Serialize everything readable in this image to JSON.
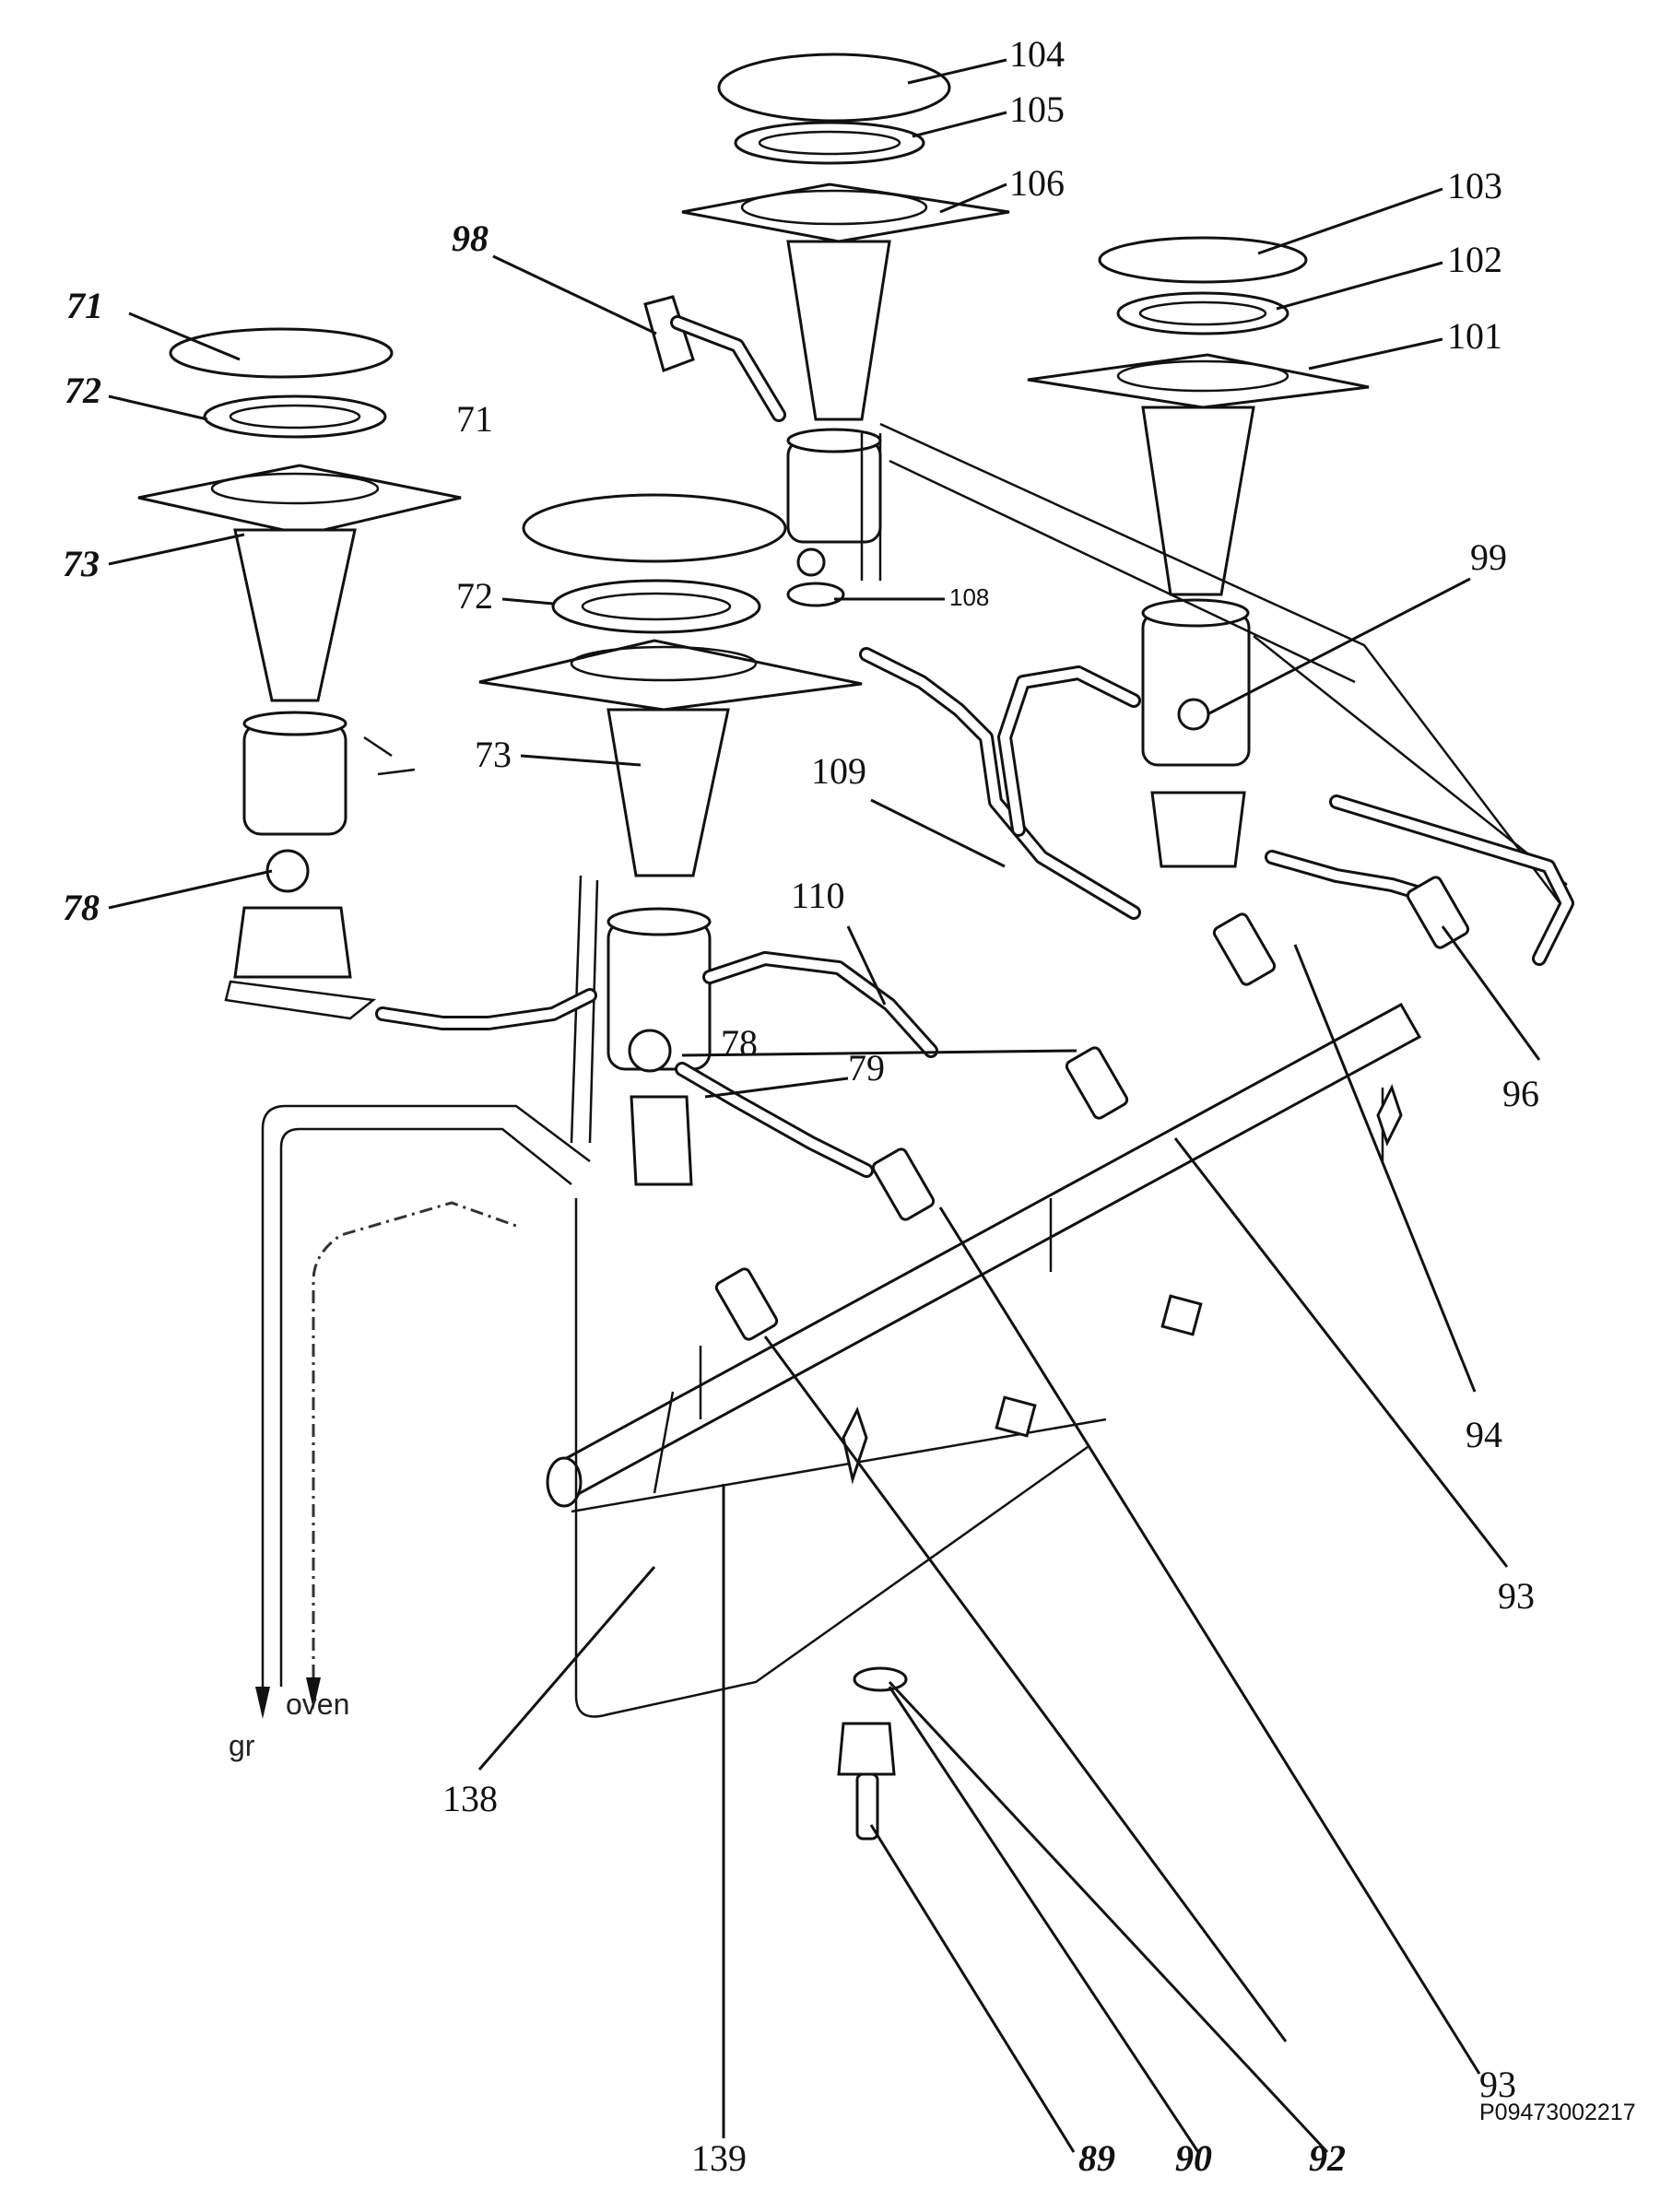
{
  "diagram": {
    "labels": {
      "l71a": "71",
      "l72a": "72",
      "l73a": "73",
      "l78a": "78",
      "l71b": "71",
      "l72b": "72",
      "l73b": "73",
      "l78b": "78",
      "l79": "79",
      "l98": "98",
      "l104": "104",
      "l105": "105",
      "l106": "106",
      "l103": "103",
      "l102": "102",
      "l101": "101",
      "l99": "99",
      "l108": "108",
      "l109": "109",
      "l110": "110",
      "l96": "96",
      "l94": "94",
      "l93a": "93",
      "l93b": "93",
      "l138": "138",
      "l139": "139",
      "l89": "89",
      "l90": "90",
      "l92": "92"
    },
    "outlets": {
      "grill": "gr",
      "oven": "oven"
    },
    "code": "P09473002217"
  }
}
